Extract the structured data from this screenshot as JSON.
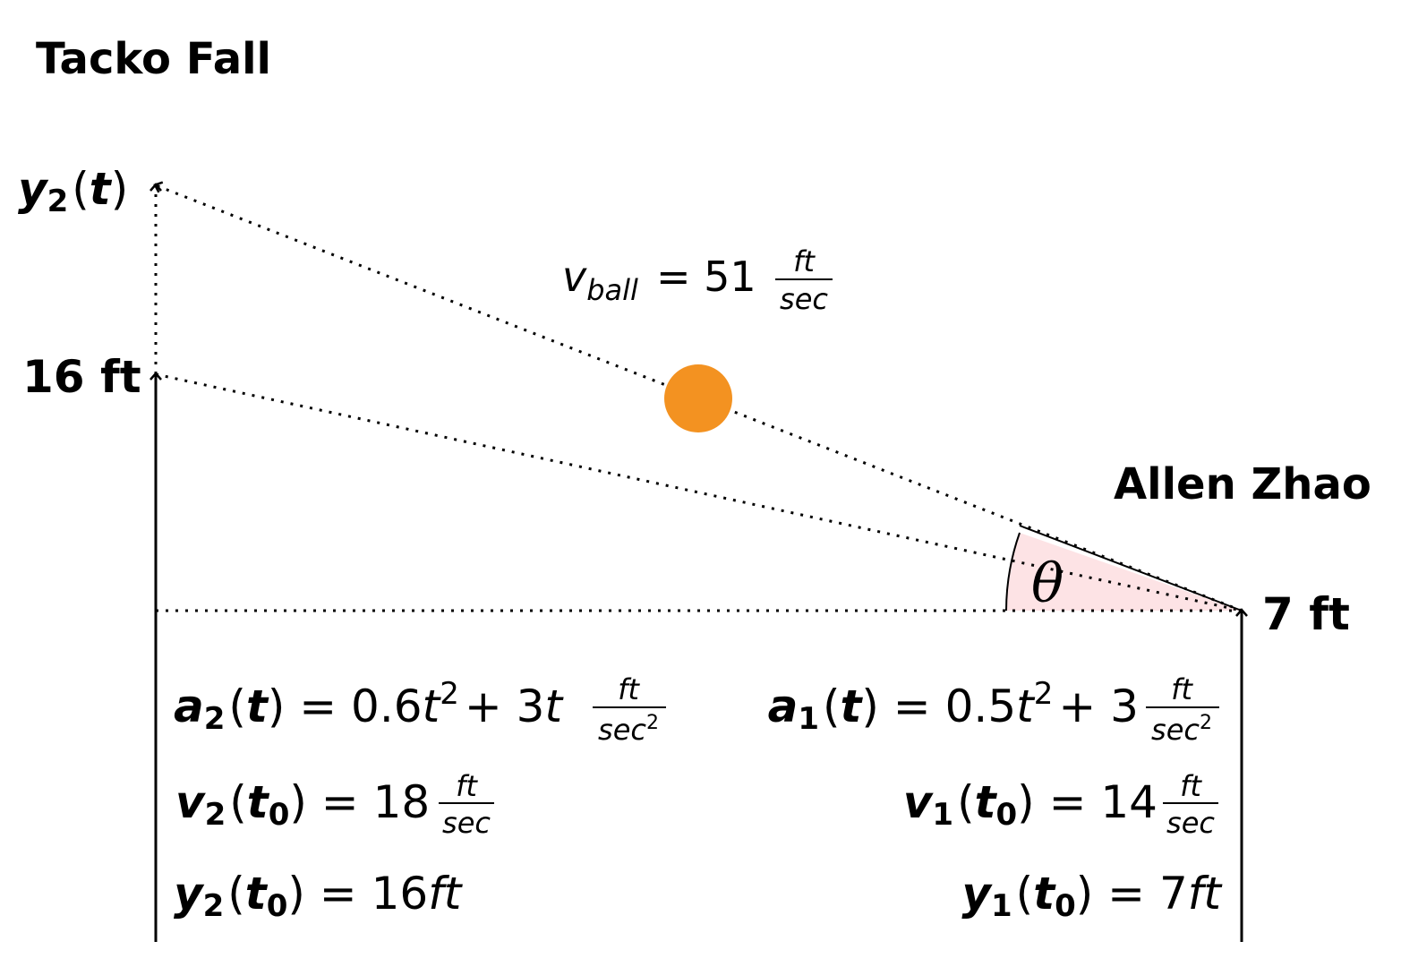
{
  "labels": {
    "player_left": "Tacko Fall",
    "player_right": "Allen Zhao",
    "height_left": "16 ft",
    "height_right": "7 ft",
    "theta": "θ"
  },
  "ball": {
    "color": "#F39221",
    "v_symbol": "v",
    "v_subscript": "ball",
    "v_value": "51",
    "v_unit_num": "ft",
    "v_unit_den": "sec"
  },
  "y2_label": {
    "var": "y",
    "sub": "2",
    "arg": "t"
  },
  "equations_left": {
    "a2": {
      "var": "a",
      "sub": "2",
      "arg": "t",
      "value": "0.6",
      "t1": "t",
      "exp": "2",
      "plus": "+ 3",
      "t2": "t",
      "unit_num": "ft",
      "unit_den": "sec",
      "unit_den_exp": "2"
    },
    "v2": {
      "var": "v",
      "sub": "2",
      "arg": "t",
      "arg_sub": "0",
      "value": "18",
      "unit_num": "ft",
      "unit_den": "sec"
    },
    "y2": {
      "var": "y",
      "sub": "2",
      "arg": "t",
      "arg_sub": "0",
      "value": "16",
      "unit": "ft"
    }
  },
  "equations_right": {
    "a1": {
      "var": "a",
      "sub": "1",
      "arg": "t",
      "value": "0.5",
      "t1": "t",
      "exp": "2",
      "plus": "+ 3",
      "unit_num": "ft",
      "unit_den": "sec",
      "unit_den_exp": "2"
    },
    "v1": {
      "var": "v",
      "sub": "1",
      "arg": "t",
      "arg_sub": "0",
      "value": "14",
      "unit_num": "ft",
      "unit_den": "sec"
    },
    "y1": {
      "var": "y",
      "sub": "1",
      "arg": "t",
      "arg_sub": "0",
      "value": "7",
      "unit": "ft"
    }
  },
  "colors": {
    "angle_fill": "#FDE3E5",
    "ball": "#F39221",
    "line": "#000000"
  }
}
